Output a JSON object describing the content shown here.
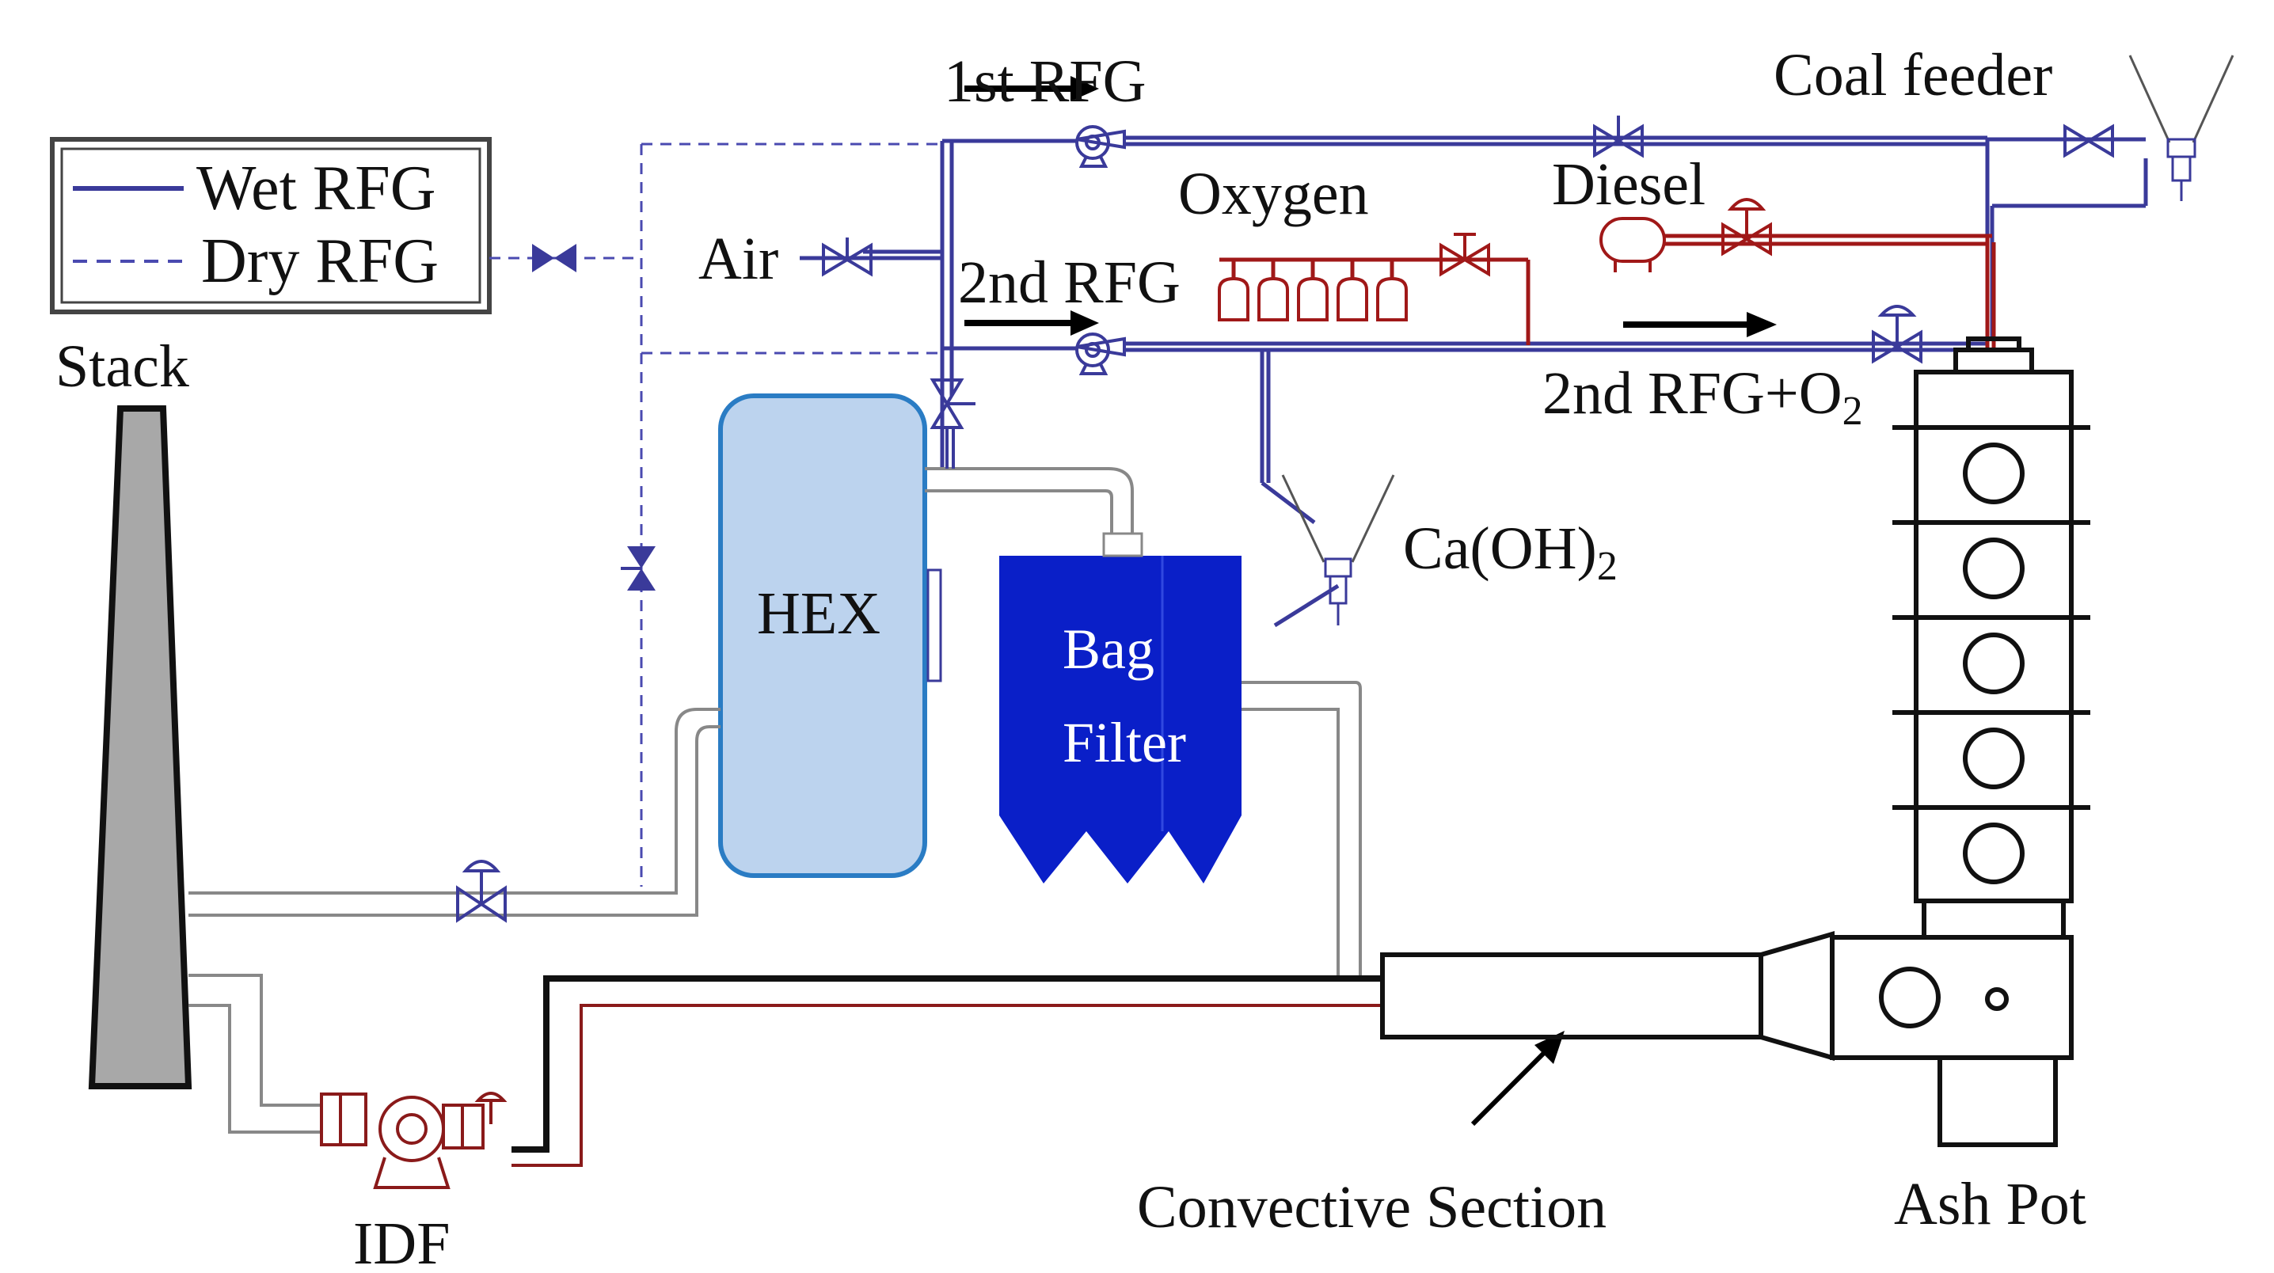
{
  "legend": {
    "wet_label": "Wet RFG",
    "dry_label": "Dry RFG"
  },
  "labels": {
    "first_rfg": "1st RFG",
    "second_rfg": "2nd RFG",
    "air": "Air",
    "oxygen": "Oxygen",
    "diesel": "Diesel",
    "coal_feeder": "Coal feeder",
    "second_rfg_o2": "2nd RFG+O",
    "second_rfg_o2_sub": "2",
    "stack": "Stack",
    "hex": "HEX",
    "bag": "Bag",
    "filter": "Filter",
    "caoh": "Ca(OH)",
    "caoh_sub": "2",
    "convective_section": "Convective Section",
    "ash_pot": "Ash Pot",
    "idf": "IDF"
  },
  "colors": {
    "wet_rfg_line": "#3a3a9a",
    "dry_rfg_line": "#4a4ab0",
    "oxygen_line": "#a01818",
    "flue_gas_line": "#111111",
    "bag_filter_fill": "#0a1fc8",
    "hex_fill": "#bcd3ee",
    "hex_stroke": "#2a7cc4",
    "stack_fill": "#a8a8a8"
  }
}
